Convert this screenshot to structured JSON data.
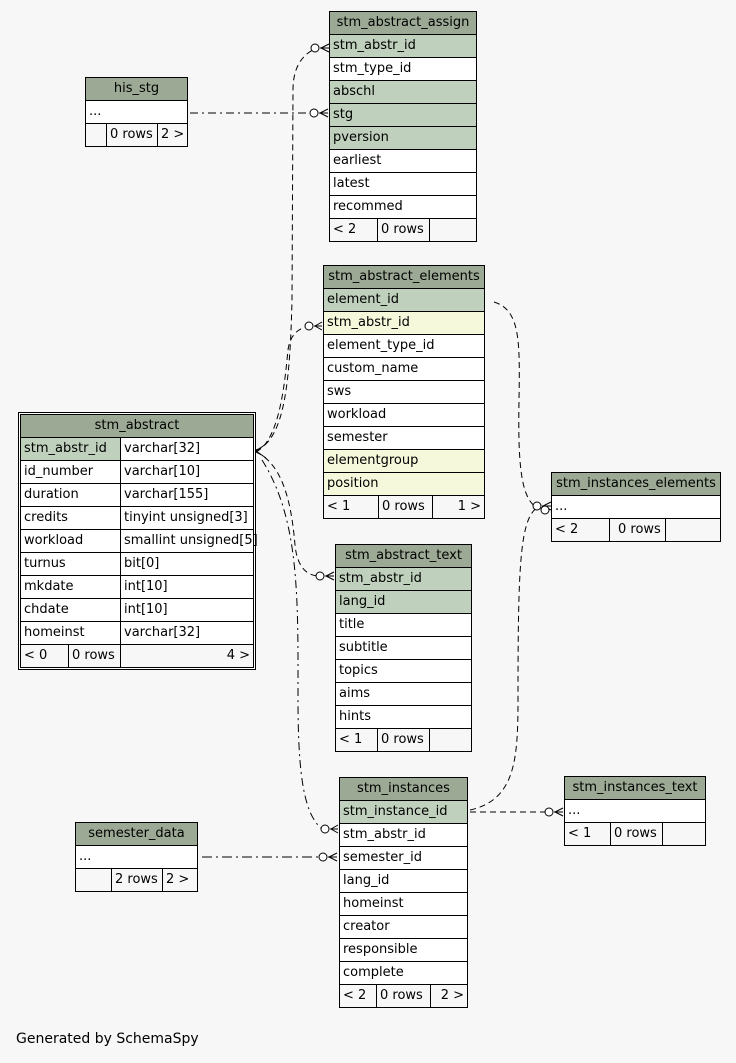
{
  "tables": {
    "his_stg": {
      "title": "his_stg",
      "rows": [
        "..."
      ],
      "footer": {
        "parents": "",
        "rows": "0 rows",
        "children": "2 >"
      }
    },
    "stm_abstract_assign": {
      "title": "stm_abstract_assign",
      "rows": [
        "stm_abstr_id",
        "stm_type_id",
        "abschl",
        "stg",
        "pversion",
        "earliest",
        "latest",
        "recommed"
      ],
      "footer": {
        "parents": "< 2",
        "rows": "0 rows",
        "children": ""
      }
    },
    "stm_abstract_elements": {
      "title": "stm_abstract_elements",
      "rows": [
        "element_id",
        "stm_abstr_id",
        "element_type_id",
        "custom_name",
        "sws",
        "workload",
        "semester",
        "elementgroup",
        "position"
      ],
      "footer": {
        "parents": "< 1",
        "rows": "0 rows",
        "children": "1 >"
      }
    },
    "stm_abstract": {
      "title": "stm_abstract",
      "columns": [
        {
          "name": "stm_abstr_id",
          "type": "varchar[32]"
        },
        {
          "name": "id_number",
          "type": "varchar[10]"
        },
        {
          "name": "duration",
          "type": "varchar[155]"
        },
        {
          "name": "credits",
          "type": "tinyint unsigned[3]"
        },
        {
          "name": "workload",
          "type": "smallint unsigned[5]"
        },
        {
          "name": "turnus",
          "type": "bit[0]"
        },
        {
          "name": "mkdate",
          "type": "int[10]"
        },
        {
          "name": "chdate",
          "type": "int[10]"
        },
        {
          "name": "homeinst",
          "type": "varchar[32]"
        }
      ],
      "footer": {
        "parents": "< 0",
        "rows": "0 rows",
        "children": "4 >"
      }
    },
    "stm_instances_elements": {
      "title": "stm_instances_elements",
      "rows": [
        "..."
      ],
      "footer": {
        "parents": "< 2",
        "rows": "0 rows",
        "children": ""
      }
    },
    "stm_abstract_text": {
      "title": "stm_abstract_text",
      "rows": [
        "stm_abstr_id",
        "lang_id",
        "title",
        "subtitle",
        "topics",
        "aims",
        "hints"
      ],
      "footer": {
        "parents": "< 1",
        "rows": "0 rows",
        "children": ""
      }
    },
    "stm_instances": {
      "title": "stm_instances",
      "rows": [
        "stm_instance_id",
        "stm_abstr_id",
        "semester_id",
        "lang_id",
        "homeinst",
        "creator",
        "responsible",
        "complete"
      ],
      "footer": {
        "parents": "< 2",
        "rows": "0 rows",
        "children": "2 >"
      }
    },
    "stm_instances_text": {
      "title": "stm_instances_text",
      "rows": [
        "..."
      ],
      "footer": {
        "parents": "< 1",
        "rows": "0 rows",
        "children": ""
      }
    },
    "semester_data": {
      "title": "semester_data",
      "rows": [
        "..."
      ],
      "footer": {
        "parents": "",
        "rows": "2 rows",
        "children": "2 >"
      }
    }
  },
  "colors": {
    "header": "#9caa95",
    "primary_key": "#bfd0bc",
    "foreign_key": "#f6f8dc",
    "background": "#f7f7f7"
  },
  "footer_text": "Generated by SchemaSpy"
}
